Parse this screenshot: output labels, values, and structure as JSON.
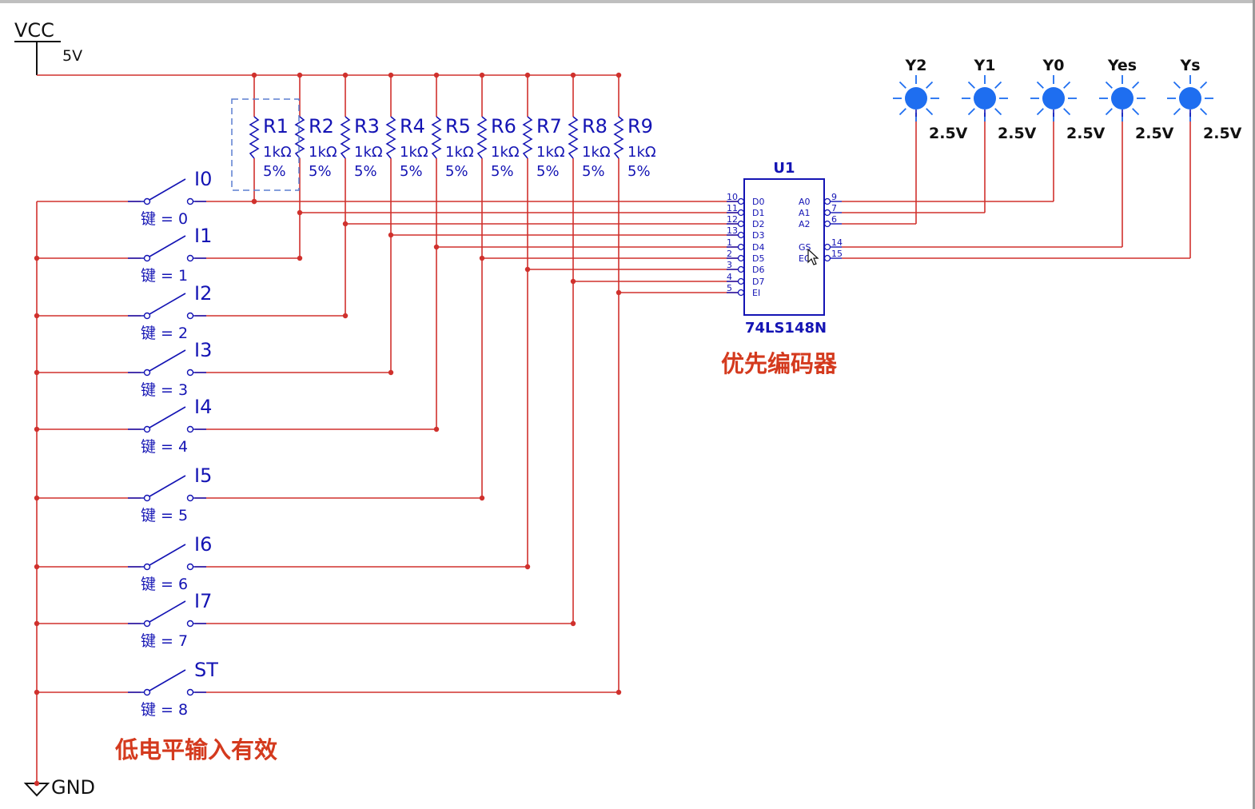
{
  "power": {
    "label": "VCC",
    "voltage": "5V"
  },
  "ground": {
    "label": "GND"
  },
  "resistors": [
    {
      "name": "R1",
      "value": "1kΩ",
      "tol": "5%"
    },
    {
      "name": "R2",
      "value": "1kΩ",
      "tol": "5%"
    },
    {
      "name": "R3",
      "value": "1kΩ",
      "tol": "5%"
    },
    {
      "name": "R4",
      "value": "1kΩ",
      "tol": "5%"
    },
    {
      "name": "R5",
      "value": "1kΩ",
      "tol": "5%"
    },
    {
      "name": "R6",
      "value": "1kΩ",
      "tol": "5%"
    },
    {
      "name": "R7",
      "value": "1kΩ",
      "tol": "5%"
    },
    {
      "name": "R8",
      "value": "1kΩ",
      "tol": "5%"
    },
    {
      "name": "R9",
      "value": "1kΩ",
      "tol": "5%"
    }
  ],
  "switches": [
    {
      "name": "I0",
      "key": "键 = 0"
    },
    {
      "name": "I1",
      "key": "键 = 1"
    },
    {
      "name": "I2",
      "key": "键 = 2"
    },
    {
      "name": "I3",
      "key": "键 = 3"
    },
    {
      "name": "I4",
      "key": "键 = 4"
    },
    {
      "name": "I5",
      "key": "键 = 5"
    },
    {
      "name": "I6",
      "key": "键 = 6"
    },
    {
      "name": "I7",
      "key": "键 = 7"
    },
    {
      "name": "ST",
      "key": "键 = 8"
    }
  ],
  "chip": {
    "ref": "U1",
    "part": "74LS148N",
    "inputs": [
      {
        "pin": "10",
        "label": "D0"
      },
      {
        "pin": "11",
        "label": "D1"
      },
      {
        "pin": "12",
        "label": "D2"
      },
      {
        "pin": "13",
        "label": "D3"
      },
      {
        "pin": "1",
        "label": "D4"
      },
      {
        "pin": "2",
        "label": "D5"
      },
      {
        "pin": "3",
        "label": "D6"
      },
      {
        "pin": "4",
        "label": "D7"
      },
      {
        "pin": "5",
        "label": "EI"
      }
    ],
    "outputs": [
      {
        "pin": "9",
        "label": "A0"
      },
      {
        "pin": "7",
        "label": "A1"
      },
      {
        "pin": "6",
        "label": "A2"
      },
      {
        "pin": "14",
        "label": "GS"
      },
      {
        "pin": "15",
        "label": "EO"
      }
    ]
  },
  "leds": [
    {
      "name": "Y2",
      "voltage": "2.5V"
    },
    {
      "name": "Y1",
      "voltage": "2.5V"
    },
    {
      "name": "Y0",
      "voltage": "2.5V"
    },
    {
      "name": "Yes",
      "voltage": "2.5V"
    },
    {
      "name": "Ys",
      "voltage": "2.5V"
    }
  ],
  "annotations": {
    "encoder_caption": "优先编码器",
    "input_caption": "低电平输入有效"
  },
  "colors": {
    "wire": "#d0312d",
    "component": "#1414b4",
    "led": "#1e6ef0",
    "caption": "#d43a1e"
  }
}
